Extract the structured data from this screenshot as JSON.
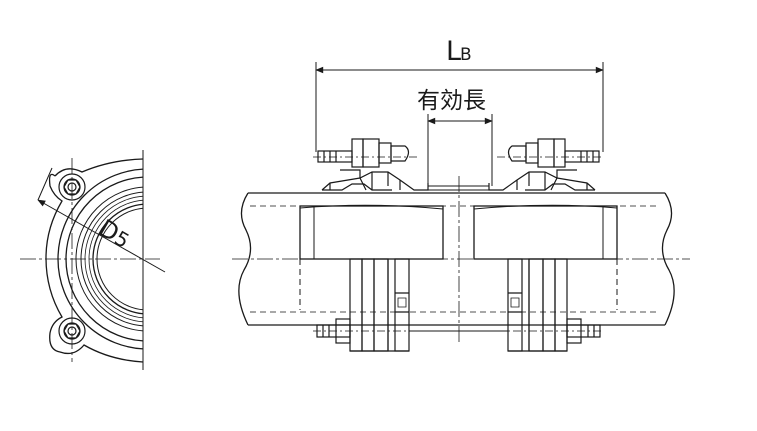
{
  "labels": {
    "overall_length_main": "L",
    "overall_length_sub": "B",
    "effective_length": "有効長",
    "diameter_main": "D",
    "diameter_sub": "5"
  },
  "colors": {
    "line": "#1a1a1a",
    "fill": "#ffffff"
  }
}
